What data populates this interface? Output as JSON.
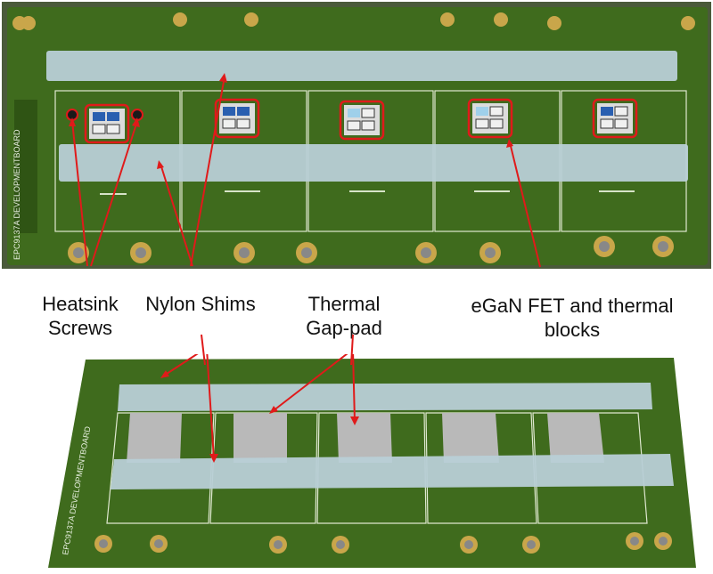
{
  "labels": {
    "heatsink_screws": [
      "Heatsink",
      "Screws"
    ],
    "nylon_shims": [
      "Nylon Shims"
    ],
    "thermal_gap_pad": [
      "Thermal",
      "Gap-pad"
    ],
    "egan_fet": [
      "eGaN FET and thermal",
      "blocks"
    ]
  },
  "board_marking": "EPC9137A DEVELOPMENTBOARD",
  "colors": {
    "pcb_green": "#3f6b1d",
    "pcb_dark": "#2f5414",
    "tape": "#b8cfd6",
    "pad": "#b9b9b9",
    "annotation_red": "#e01a1a",
    "pad_gold": "#c9a64a"
  }
}
